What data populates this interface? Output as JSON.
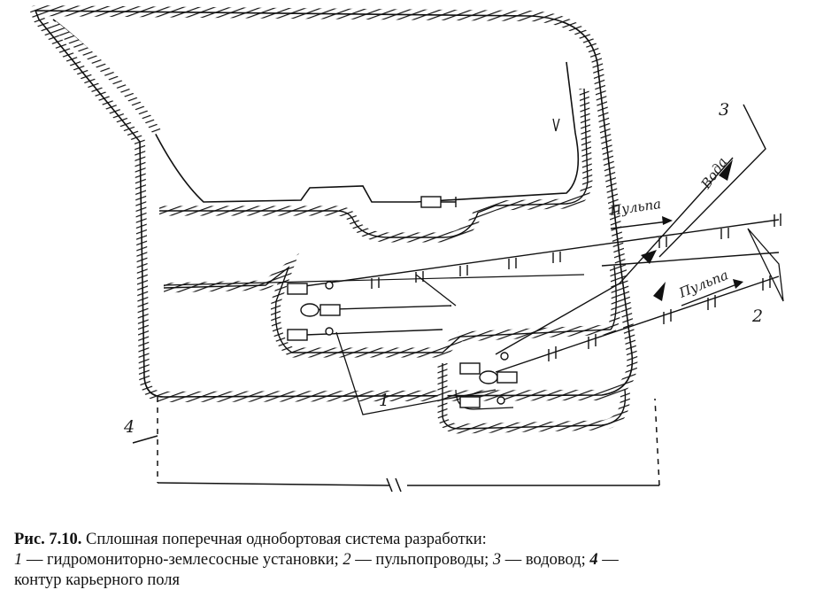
{
  "diagram": {
    "labels": {
      "one": "1",
      "two": "2",
      "three": "3",
      "four": "4",
      "water": "Вода",
      "pulp_upper": "Пульпа",
      "pulp_lower": "Пульпа"
    }
  },
  "caption": {
    "figure": "Рис. 7.10.",
    "title": " Сплошная поперечная однобортовая система разработки:",
    "items": [
      {
        "num": "1",
        "text": " — гидромониторно-землесосные установки; "
      },
      {
        "num": "2",
        "text": " — пульпопроводы; "
      },
      {
        "num": "3",
        "text": " — водовод; "
      },
      {
        "num": "4",
        "text": " —"
      }
    ],
    "last_line": "контур карьерного поля"
  }
}
